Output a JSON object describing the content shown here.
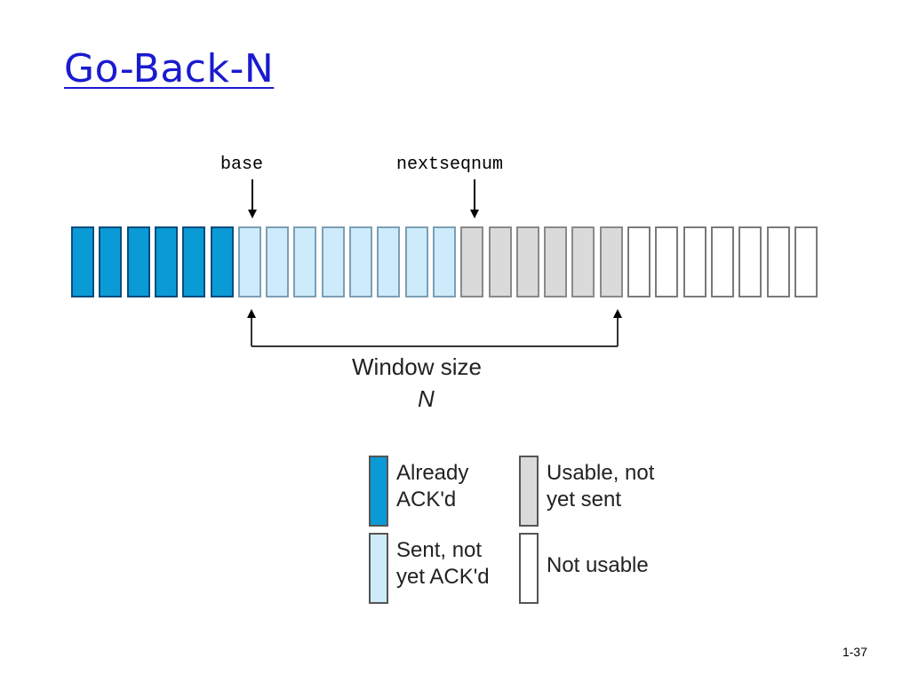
{
  "title": "Go-Back-N",
  "labels": {
    "base": "base",
    "nextseqnum": "nextseqnum",
    "window_size": "Window size",
    "window_n": "N"
  },
  "sequence": {
    "cells": [
      "acked",
      "acked",
      "acked",
      "acked",
      "acked",
      "acked",
      "sent",
      "sent",
      "sent",
      "sent",
      "sent",
      "sent",
      "sent",
      "sent",
      "usable",
      "usable",
      "usable",
      "usable",
      "usable",
      "usable",
      "unusable",
      "unusable",
      "unusable",
      "unusable",
      "unusable",
      "unusable",
      "unusable"
    ]
  },
  "legend": {
    "acked": "Already\nACK'd",
    "sent": "Sent, not\nyet ACK'd",
    "usable": "Usable, not\nyet sent",
    "unusable": "Not usable"
  },
  "colors": {
    "title": "#1a1ad0",
    "acked": "#0a9ad6",
    "sent": "#cdebfa",
    "usable": "#dadada",
    "unusable": "#ffffff"
  },
  "slide_number": "1-37"
}
